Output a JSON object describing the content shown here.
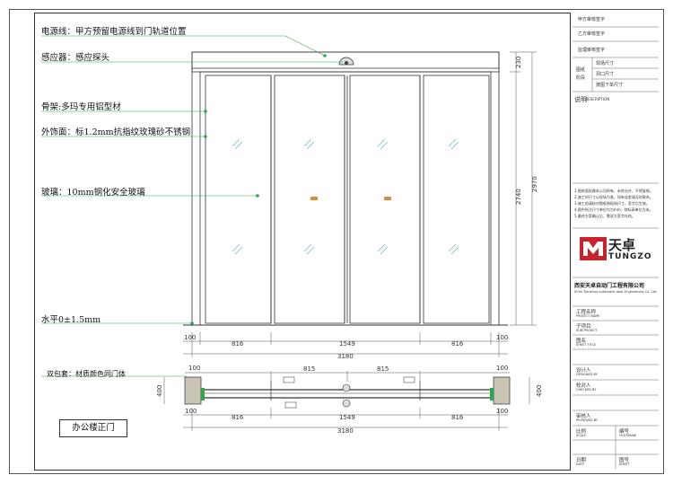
{
  "labels": {
    "power": "电源线：甲方预留电源线到门轨道位置",
    "sensor": "感应器：感应探头",
    "frame": "骨架:多玛专用铝型材",
    "finish": "外饰面：标1.2mm抗指纹玫瑰砂不锈钢",
    "glass": "玻璃：10mm钢化安全玻璃",
    "level": "水平0±1.5mm",
    "double_wrap": "双包套：材质颜色同门体",
    "title": "办公楼正门"
  },
  "dims": {
    "elev_left": "816",
    "elev_mid": "1549",
    "elev_right": "816",
    "elev_total": "3180",
    "elev_side_left": "100",
    "elev_side_right": "100",
    "plan_left_top": "815",
    "plan_right_top": "815",
    "plan_side_tl": "100",
    "plan_side_tr": "100",
    "plan_side_bl": "100",
    "plan_side_br": "100",
    "plan_left": "816",
    "plan_mid": "1549",
    "plan_right": "816",
    "plan_total": "3180",
    "plan_depth_left": "400",
    "plan_depth_right": "400",
    "h_top": "230",
    "h_door": "2740",
    "h_total": "2970"
  },
  "title_block": {
    "rows_top": [
      "甲方审核签字",
      "乙方审核签字",
      "监理审核签字"
    ],
    "check_label": "图纸\n阶段",
    "check_rows": [
      "现场尺寸",
      "洞口尺寸",
      "按图下单尺寸"
    ],
    "desc_label": "说明",
    "desc_en": "DESCRIPTION",
    "notes": [
      "1.图纸版权属本公司所有，未经允许，不得复制。",
      "2.施工时尺寸以现场为准，如有误差请及时联系。",
      "3.施工前请核对图纸和现场尺寸，签字后生效。",
      "4.图中所注尺寸单位均为mm，除标高单位为米。",
      "5.最终方案确认后，需双方签字存档。"
    ],
    "brand_cn": "天卓",
    "brand_en": "TUNGZO",
    "company_cn": "西安天卓自动门工程有限公司",
    "company_en": "Xi'an Tianzhuo automatic door Engineering Co. Ltd.",
    "project_cn": "工程名称",
    "project_en": "PROJECT NAME",
    "sub_cn": "子项目",
    "sub_en": "SUB-PROJECT",
    "drawing_cn": "图名",
    "drawing_en": "SHEET TITLE",
    "designer_cn": "设计人",
    "designer_en": "DESIGNED BY",
    "checker_cn": "校对人",
    "checker_en": "CHECKED BY",
    "reviewer_cn": "审核人",
    "reviewer_en": "REVIEWED BY",
    "scale_cn": "比例",
    "scale_en": "SCALE",
    "no_cn": "编号",
    "no_en": "FILE/DRAW",
    "date_cn": "日期",
    "date_en": "DATE",
    "sheet_cn": "图号",
    "sheet_en": "SHEET"
  },
  "colors": {
    "leader": "#2aa84a",
    "glass_mark": "#7ab8c0",
    "handle": "#e08a3c",
    "wall": "#c9c4b4"
  }
}
